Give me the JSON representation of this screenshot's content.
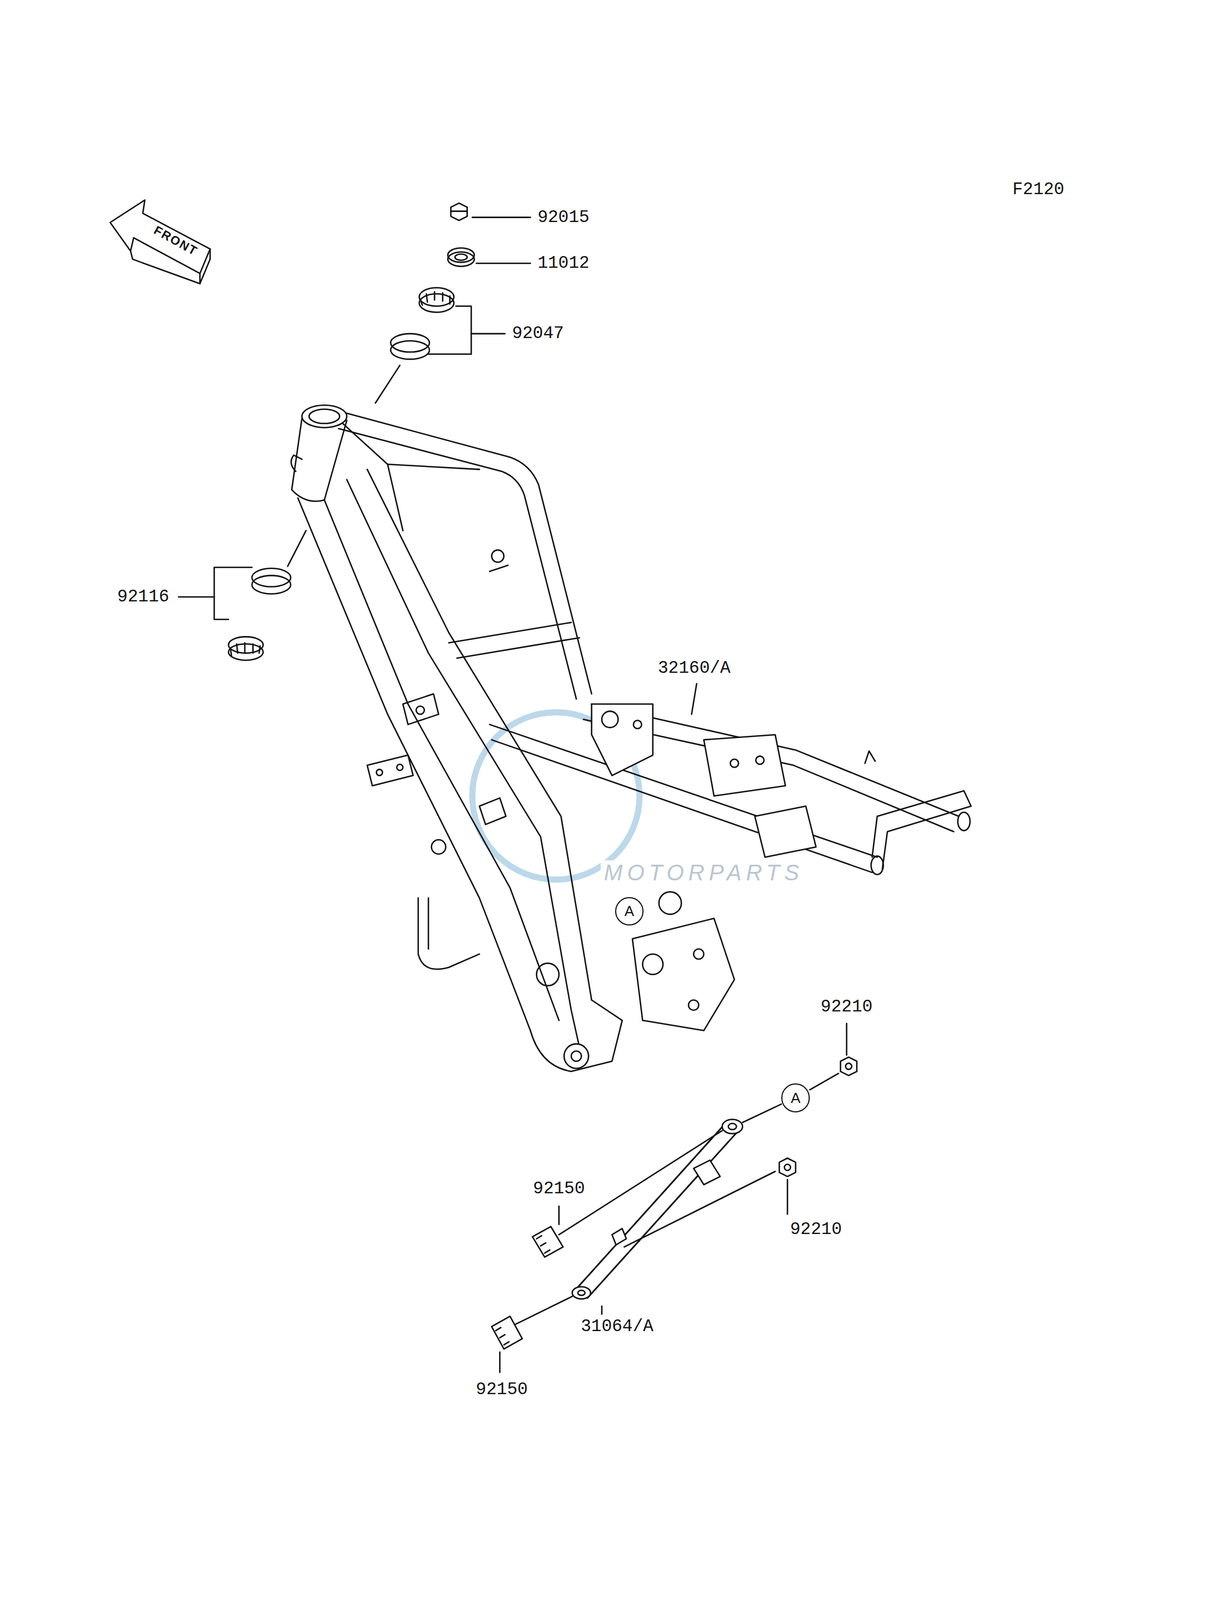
{
  "diagram": {
    "nodes": [
      {
        "text": [
          "A"
        ]
      },
      {
        "text": [
          "A"
        ]
      }
    ],
    "labels": [
      "F2120",
      "FRONT",
      "92015",
      "11012",
      "92047",
      "92116",
      "32160/A",
      "MOTORPARTS",
      "92210",
      "92150",
      "92210",
      "31064/A",
      "92150"
    ]
  }
}
